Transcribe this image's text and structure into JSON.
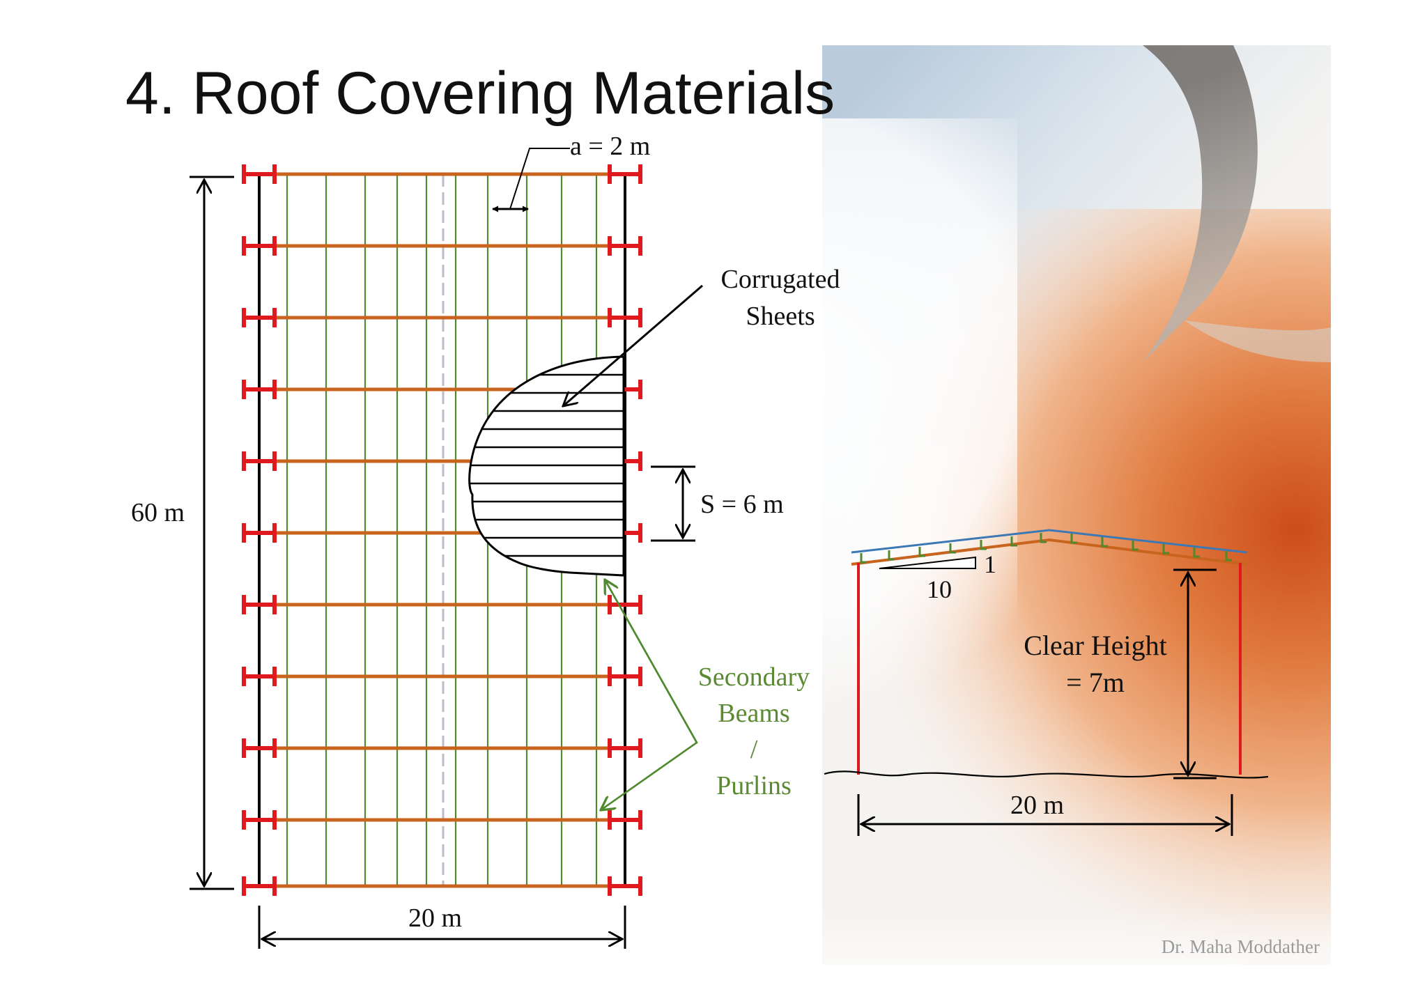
{
  "slide": {
    "title": "4. Roof Covering Materials",
    "footer": "Dr. Maha Moddather"
  },
  "plan": {
    "width_label": "20 m",
    "length_label": "60 m",
    "sheet_spacing_label": "a = 2 m",
    "purlin_spacing_label": "S = 6 m",
    "corrugated_label_line1": "Corrugated",
    "corrugated_label_line2": "Sheets",
    "secondary_label_line1": "Secondary",
    "secondary_label_line2": "Beams",
    "secondary_label_line3": "/",
    "secondary_label_line4": "Purlins"
  },
  "section": {
    "slope_rise": "1",
    "slope_run": "10",
    "clear_height_line1": "Clear Height",
    "clear_height_line2": "= 7m",
    "span_label": "20 m"
  },
  "colors": {
    "main_beam": "#c8641e",
    "secondary_beam": "#4f8a2e",
    "column": "#e0191f",
    "roof_sheet": "#3c78b4",
    "text_green": "#5a8a32"
  }
}
